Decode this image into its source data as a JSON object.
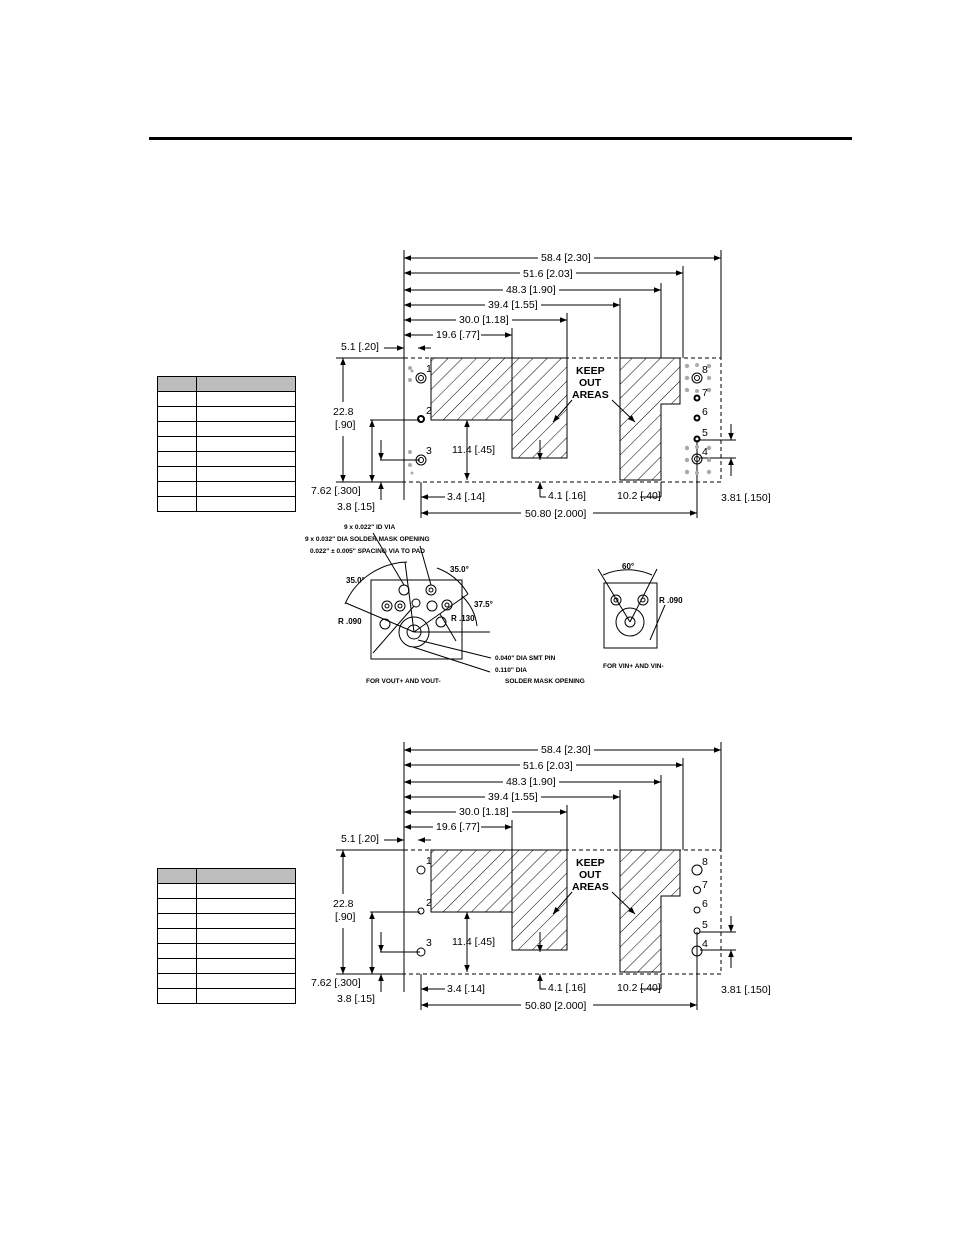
{
  "top_drawing": {
    "dims_horizontal": [
      "58.4 [2.30]",
      "51.6 [2.03]",
      "48.3 [1.90]",
      "39.4 [1.55]",
      "30.0 [1.18]",
      "19.6 [.77]"
    ],
    "dim_left_offset": "5.1 [.20]",
    "dim_height": [
      "22.8",
      "[.90]"
    ],
    "dim_pin_row": "7.62 [.300]",
    "dim_bottom_left": "3.8 [.15]",
    "dim_keepout_height": "11.4 [.45]",
    "dim_34": "3.4 [.14]",
    "dim_41": "4.1 [.16]",
    "dim_102": "10.2 [.40]",
    "dim_381": "3.81 [.150]",
    "dim_5080": "50.80 [2.000]",
    "keepout_label": [
      "KEEP",
      "OUT",
      "AREAS"
    ],
    "pins_left": [
      "1",
      "2",
      "3"
    ],
    "pins_right": [
      "8",
      "7",
      "6",
      "5",
      "4"
    ]
  },
  "detail": {
    "via_notes": [
      "9 x 0.022\" ID VIA",
      "9 x 0.032\" DIA SOLDER MASK OPENING",
      "0.022\" ± 0.005\" SPACING VIA TO PAD"
    ],
    "angle_350_left": "35.0°",
    "angle_350_right": "35.0°",
    "angle_375": "37.5°",
    "radius_left": "R .090",
    "radius_right": "R .130",
    "pin_note": "0.040\" DIA SMT PIN",
    "mask_note": [
      "0.110\" DIA",
      "SOLDER MASK OPENING"
    ],
    "caption_vout": "FOR VOUT+ AND VOUT-",
    "angle_60": "60°",
    "radius_vin": "R .090",
    "caption_vin": "FOR VIN+ AND VIN-"
  },
  "bottom_drawing": {
    "dims_horizontal": [
      "58.4 [2.30]",
      "51.6 [2.03]",
      "48.3 [1.90]",
      "39.4 [1.55]",
      "30.0 [1.18]",
      "19.6 [.77]"
    ],
    "dim_left_offset": "5.1 [.20]",
    "dim_height": [
      "22.8",
      "[.90]"
    ],
    "dim_pin_row": "7.62 [.300]",
    "dim_bottom_left": "3.8 [.15]",
    "dim_keepout_height": "11.4 [.45]",
    "dim_34": "3.4 [.14]",
    "dim_41": "4.1 [.16]",
    "dim_102": "10.2 [.40]",
    "dim_381": "3.81 [.150]",
    "dim_5080": "50.80 [2.000]",
    "keepout_label": [
      "KEEP",
      "OUT",
      "AREAS"
    ],
    "pins_left": [
      "1",
      "2",
      "3"
    ],
    "pins_right": [
      "8",
      "7",
      "6",
      "5",
      "4"
    ]
  },
  "tables": {
    "row_count": 8
  }
}
